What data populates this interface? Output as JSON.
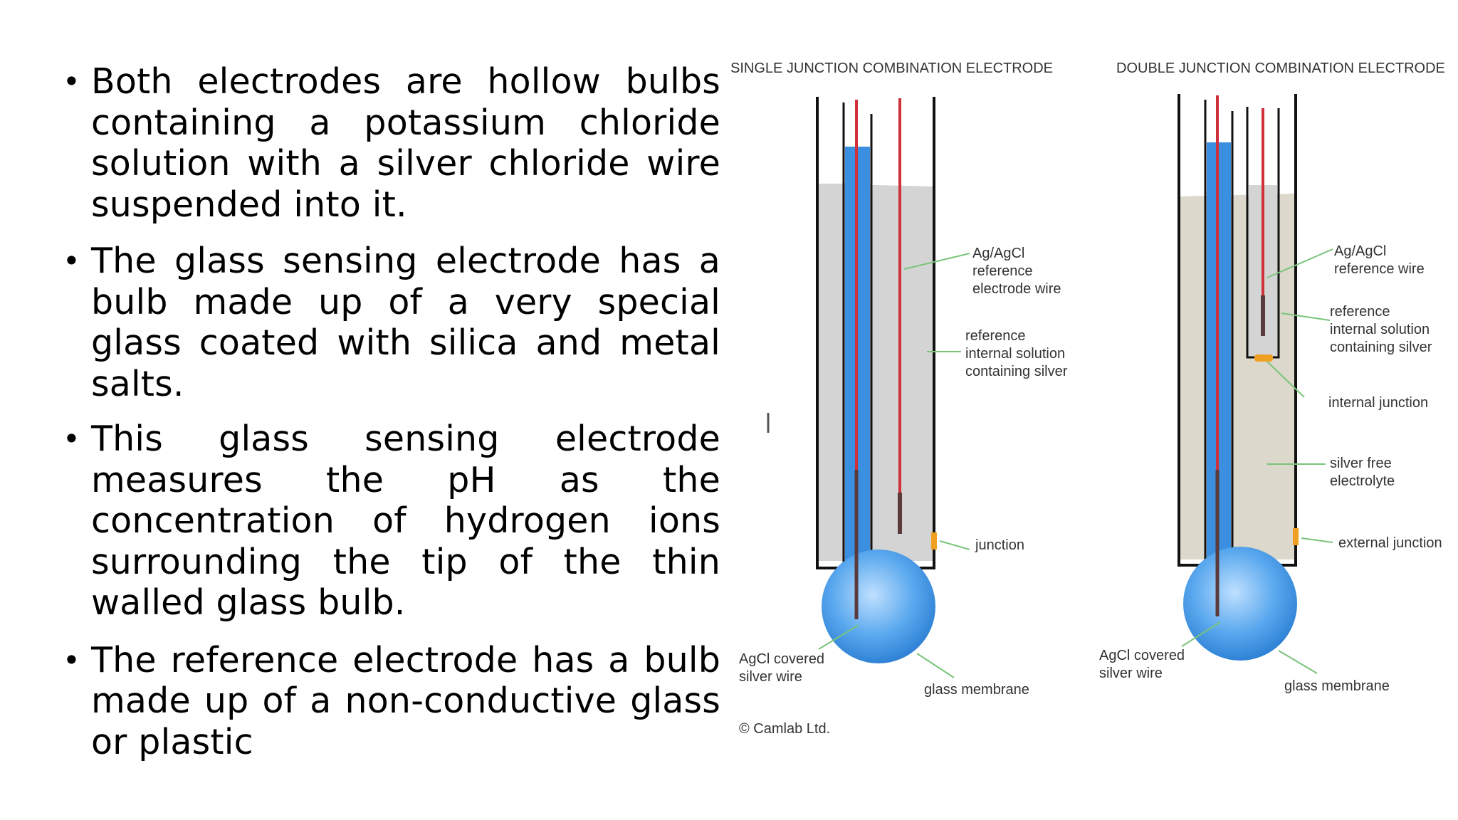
{
  "bullets": [
    "Both electrodes are hollow bulbs containing a potassium chloride solution with a silver chloride wire suspended into it.",
    "The glass sensing electrode has a bulb made up of a very special glass coated with silica and metal salts.",
    "This glass sensing electrode measures the pH as the concentration of hydrogen ions surrounding the tip of the thin walled glass bulb.",
    "The reference electrode has a bulb made up of a non-conductive glass or plastic"
  ],
  "bullet_symbol": "•",
  "diagram": {
    "single": {
      "title": "SINGLE JUNCTION COMBINATION ELECTRODE",
      "ref_wire": [
        "Ag/AgCl",
        "reference",
        "electrode wire"
      ],
      "ref_solution": [
        "reference",
        "internal solution",
        "containing silver"
      ],
      "junction": "junction",
      "agcl_wire": [
        "AgCl covered",
        "silver wire"
      ],
      "membrane": "glass membrane"
    },
    "double": {
      "title": "DOUBLE JUNCTION COMBINATION ELECTRODE",
      "ref_wire": [
        "Ag/AgCl",
        "reference wire"
      ],
      "ref_solution": [
        "reference",
        "internal solution",
        "containing silver"
      ],
      "internal_junction": "internal junction",
      "silver_free": [
        "silver free",
        "electrolyte"
      ],
      "external_junction": "external junction",
      "agcl_wire": [
        "AgCl covered",
        "silver wire"
      ],
      "membrane": "glass membrane"
    },
    "copyright": "© Camlab Ltd."
  },
  "colors": {
    "glass_blue": "#3a8fe0",
    "bulb_blue": "#5aa8ee",
    "wire_red": "#d0303a",
    "wire_dark": "#5a3a3a",
    "junction_orange": "#f0a020",
    "single_fill": "#d4d4d4",
    "double_fill": "#dcd8cc",
    "leader_green": "#7ac47a"
  }
}
